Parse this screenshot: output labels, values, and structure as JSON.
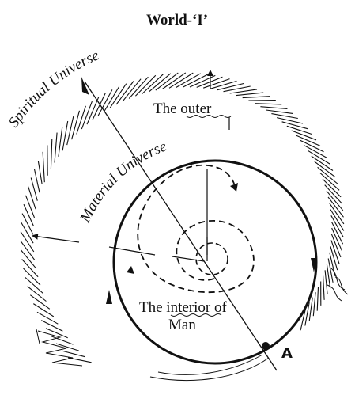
{
  "title": "World-‘I’",
  "labels": {
    "spiritual_universe": "Spiritual Universe",
    "material_universe": "Material Universe",
    "the_outer": "The outer",
    "interior_line1": "The interior of",
    "interior_line2": "Man",
    "point_a": "A"
  },
  "colors": {
    "ink": "#111111",
    "background": "#ffffff"
  }
}
